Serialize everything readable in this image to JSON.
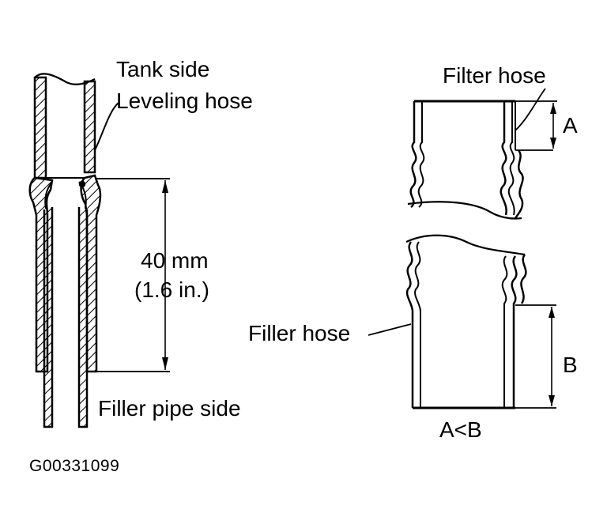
{
  "left_diagram": {
    "tank_side": "Tank side",
    "leveling_hose": "Leveling hose",
    "dimension_mm": "40 mm",
    "dimension_in": "(1.6 in.)",
    "filler_pipe_side": "Filler pipe side"
  },
  "right_diagram": {
    "filter_hose": "Filter hose",
    "label_a": "A",
    "filler_hose": "Filler hose",
    "label_b": "B",
    "relation": "A<B"
  },
  "figure_code": "G00331099"
}
